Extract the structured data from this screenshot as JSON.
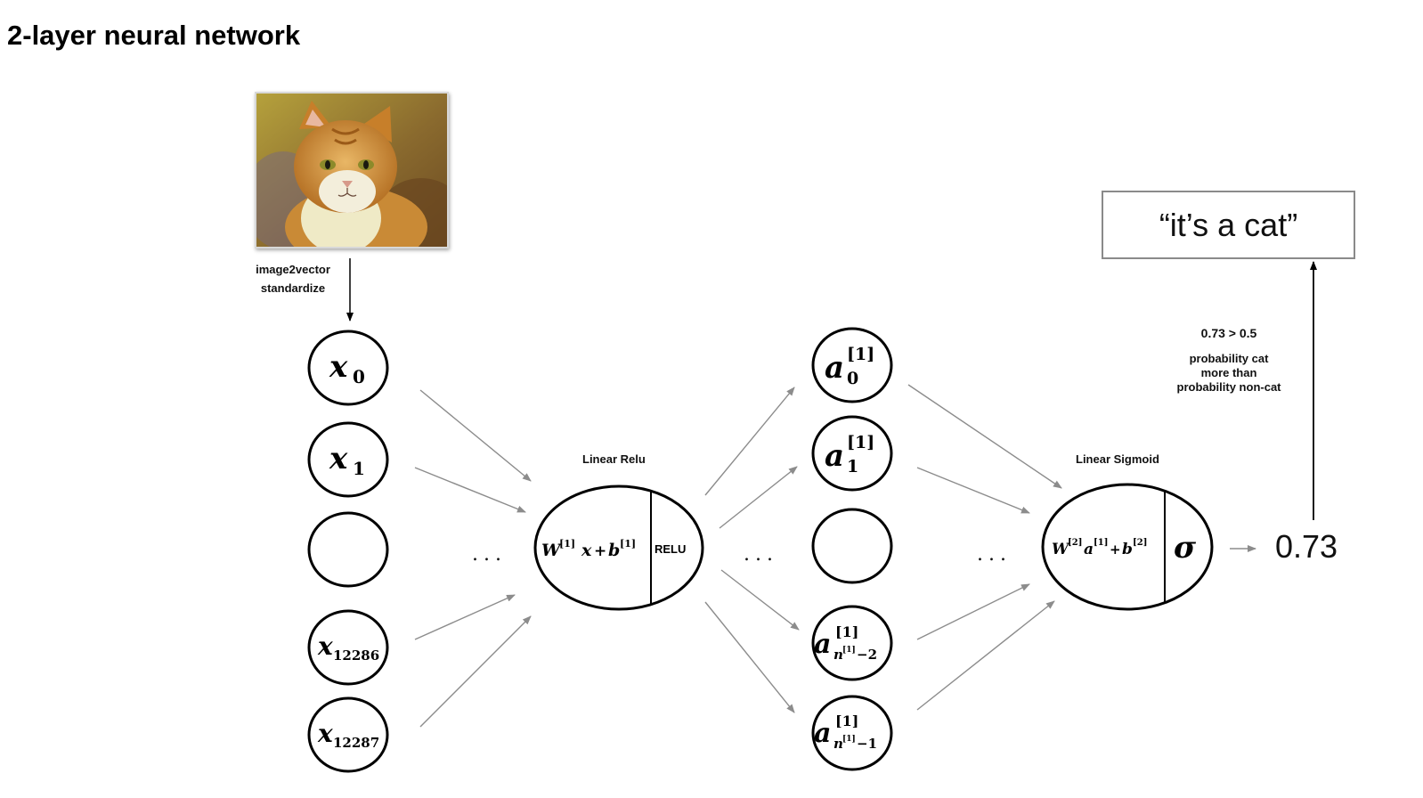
{
  "title": "2-layer neural network",
  "preprocess": {
    "line1": "image2vector",
    "line2": "standardize"
  },
  "inputs": {
    "nodes": [
      {
        "base": "x",
        "sub": "0"
      },
      {
        "base": "x",
        "sub": "1"
      },
      {
        "base": "",
        "sub": ""
      },
      {
        "base": "x",
        "sub": "12286"
      },
      {
        "base": "x",
        "sub": "12287"
      }
    ]
  },
  "hidden": {
    "nodes": [
      {
        "base": "a",
        "sup": "[1]",
        "sub": "0"
      },
      {
        "base": "a",
        "sup": "[1]",
        "sub": "1"
      },
      {
        "base": "",
        "sup": "",
        "sub": ""
      },
      {
        "base": "a",
        "sup": "[1]",
        "sub": "n",
        "subsup": "[1]",
        "subtail": "−2"
      },
      {
        "base": "a",
        "sup": "[1]",
        "sub": "n",
        "subsup": "[1]",
        "subtail": "−1"
      }
    ]
  },
  "layer1": {
    "label": "Linear Relu",
    "formula": {
      "w": "W",
      "wsup": "[1]",
      "x": "x",
      "plus": "+",
      "b": "b",
      "bsup": "[1]"
    },
    "activation": "RELU"
  },
  "layer2": {
    "label": "Linear Sigmoid",
    "formula": {
      "w": "W",
      "wsup": "[2]",
      "a": "a",
      "asup": "[1]",
      "plus": "+",
      "b": "b",
      "bsup": "[2]"
    },
    "activation": "σ"
  },
  "ellipsis": "...",
  "output": {
    "value": "0.73",
    "threshold": "0.73 > 0.5",
    "explanation": [
      "probability cat",
      "more than",
      "probability non-cat"
    ],
    "result": "“it’s a cat”"
  },
  "colors": {
    "stroke": "#000000",
    "arrow": "#8c8c8c",
    "box_border": "#8a8a8a"
  }
}
